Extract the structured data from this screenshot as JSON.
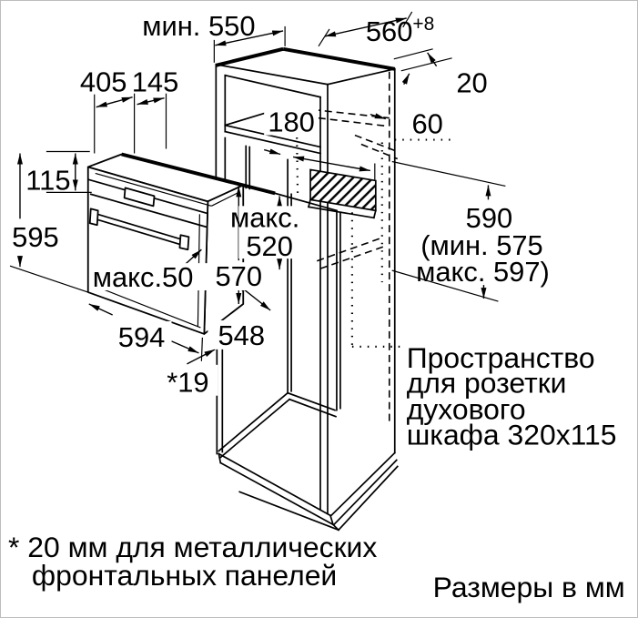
{
  "diagram": {
    "dims": {
      "niche_width_min": "мин. 550",
      "niche_depth": "560",
      "niche_depth_tol": "+8",
      "wall_thickness": "20",
      "rear_gap": "60",
      "top_compartment": "180",
      "oven_top_front": "405",
      "oven_top_back": "145",
      "panel_height": "115",
      "oven_height": "595",
      "handle_max": "макс.50",
      "socket_pos_word": "макс.",
      "socket_pos_value": "520",
      "side_height": "570",
      "oven_width": "594",
      "oven_depth": "548",
      "front_gap": "*19",
      "niche_height": "590",
      "niche_height_min": "(мин. 575",
      "niche_height_max": "макс. 597)"
    },
    "socket_note": {
      "line1": "Пространство",
      "line2": "для розетки",
      "line3": "духового",
      "line4": "шкафа 320x115"
    },
    "footnote": {
      "line1": "* 20 мм для металлических",
      "line2": "фронтальных панелей"
    },
    "units": "Размеры в мм"
  }
}
